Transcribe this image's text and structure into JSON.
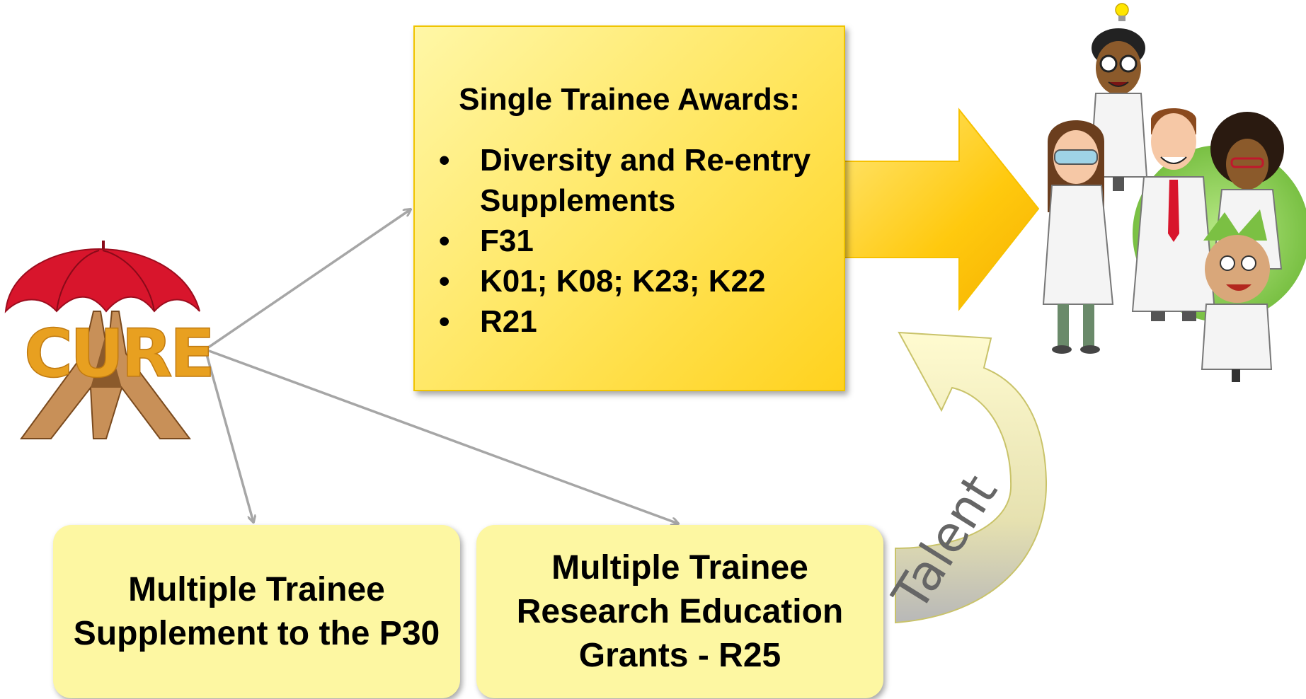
{
  "logo": {
    "text": "CURE"
  },
  "single_trainee": {
    "title": "Single Trainee Awards:",
    "bullet_char": "•",
    "items": [
      "Diversity and Re-entry Supplements",
      "F31",
      "K01; K08; K23; K22",
      "R21"
    ]
  },
  "multiple_trainee_p30": {
    "text": "Multiple Trainee Supplement to the P30"
  },
  "multiple_trainee_r25": {
    "text": "Multiple Trainee Research Education Grants - R25"
  },
  "talent_arrow": {
    "label": "Talent"
  },
  "colors": {
    "box_yellow": "#ffe55c",
    "box_light_yellow": "#fdf7a2",
    "connector_gray": "#a6a6a6",
    "umbrella_red": "#d8152c"
  }
}
